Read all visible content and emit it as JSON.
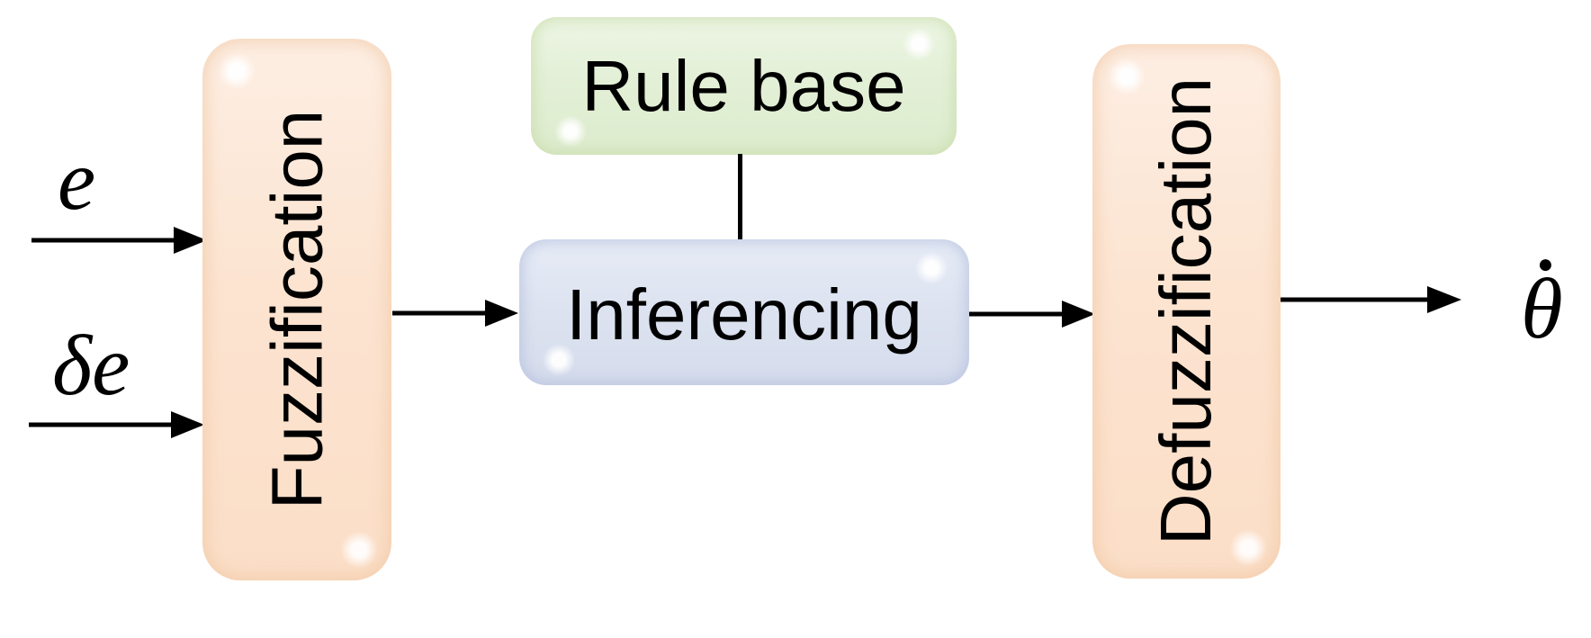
{
  "inputs": [
    {
      "label": "e"
    },
    {
      "label": "δe"
    }
  ],
  "blocks": {
    "fuzzification": {
      "label": "Fuzzification",
      "fill": "#fce4d1"
    },
    "rule_base": {
      "label": "Rule base",
      "fill": "#e3f0d7"
    },
    "inferencing": {
      "label": "Inferencing",
      "fill": "#dde3f0"
    },
    "defuzzification": {
      "label": "Defuzzification",
      "fill": "#fce4d1"
    }
  },
  "output": {
    "base": "θ",
    "dot": "●"
  },
  "colors": {
    "arrow": "#000000",
    "peach_block": "#fce4d1",
    "green_block": "#e3f0d7",
    "blue_block": "#dde3f0",
    "text": "#000000",
    "background": "#ffffff"
  }
}
